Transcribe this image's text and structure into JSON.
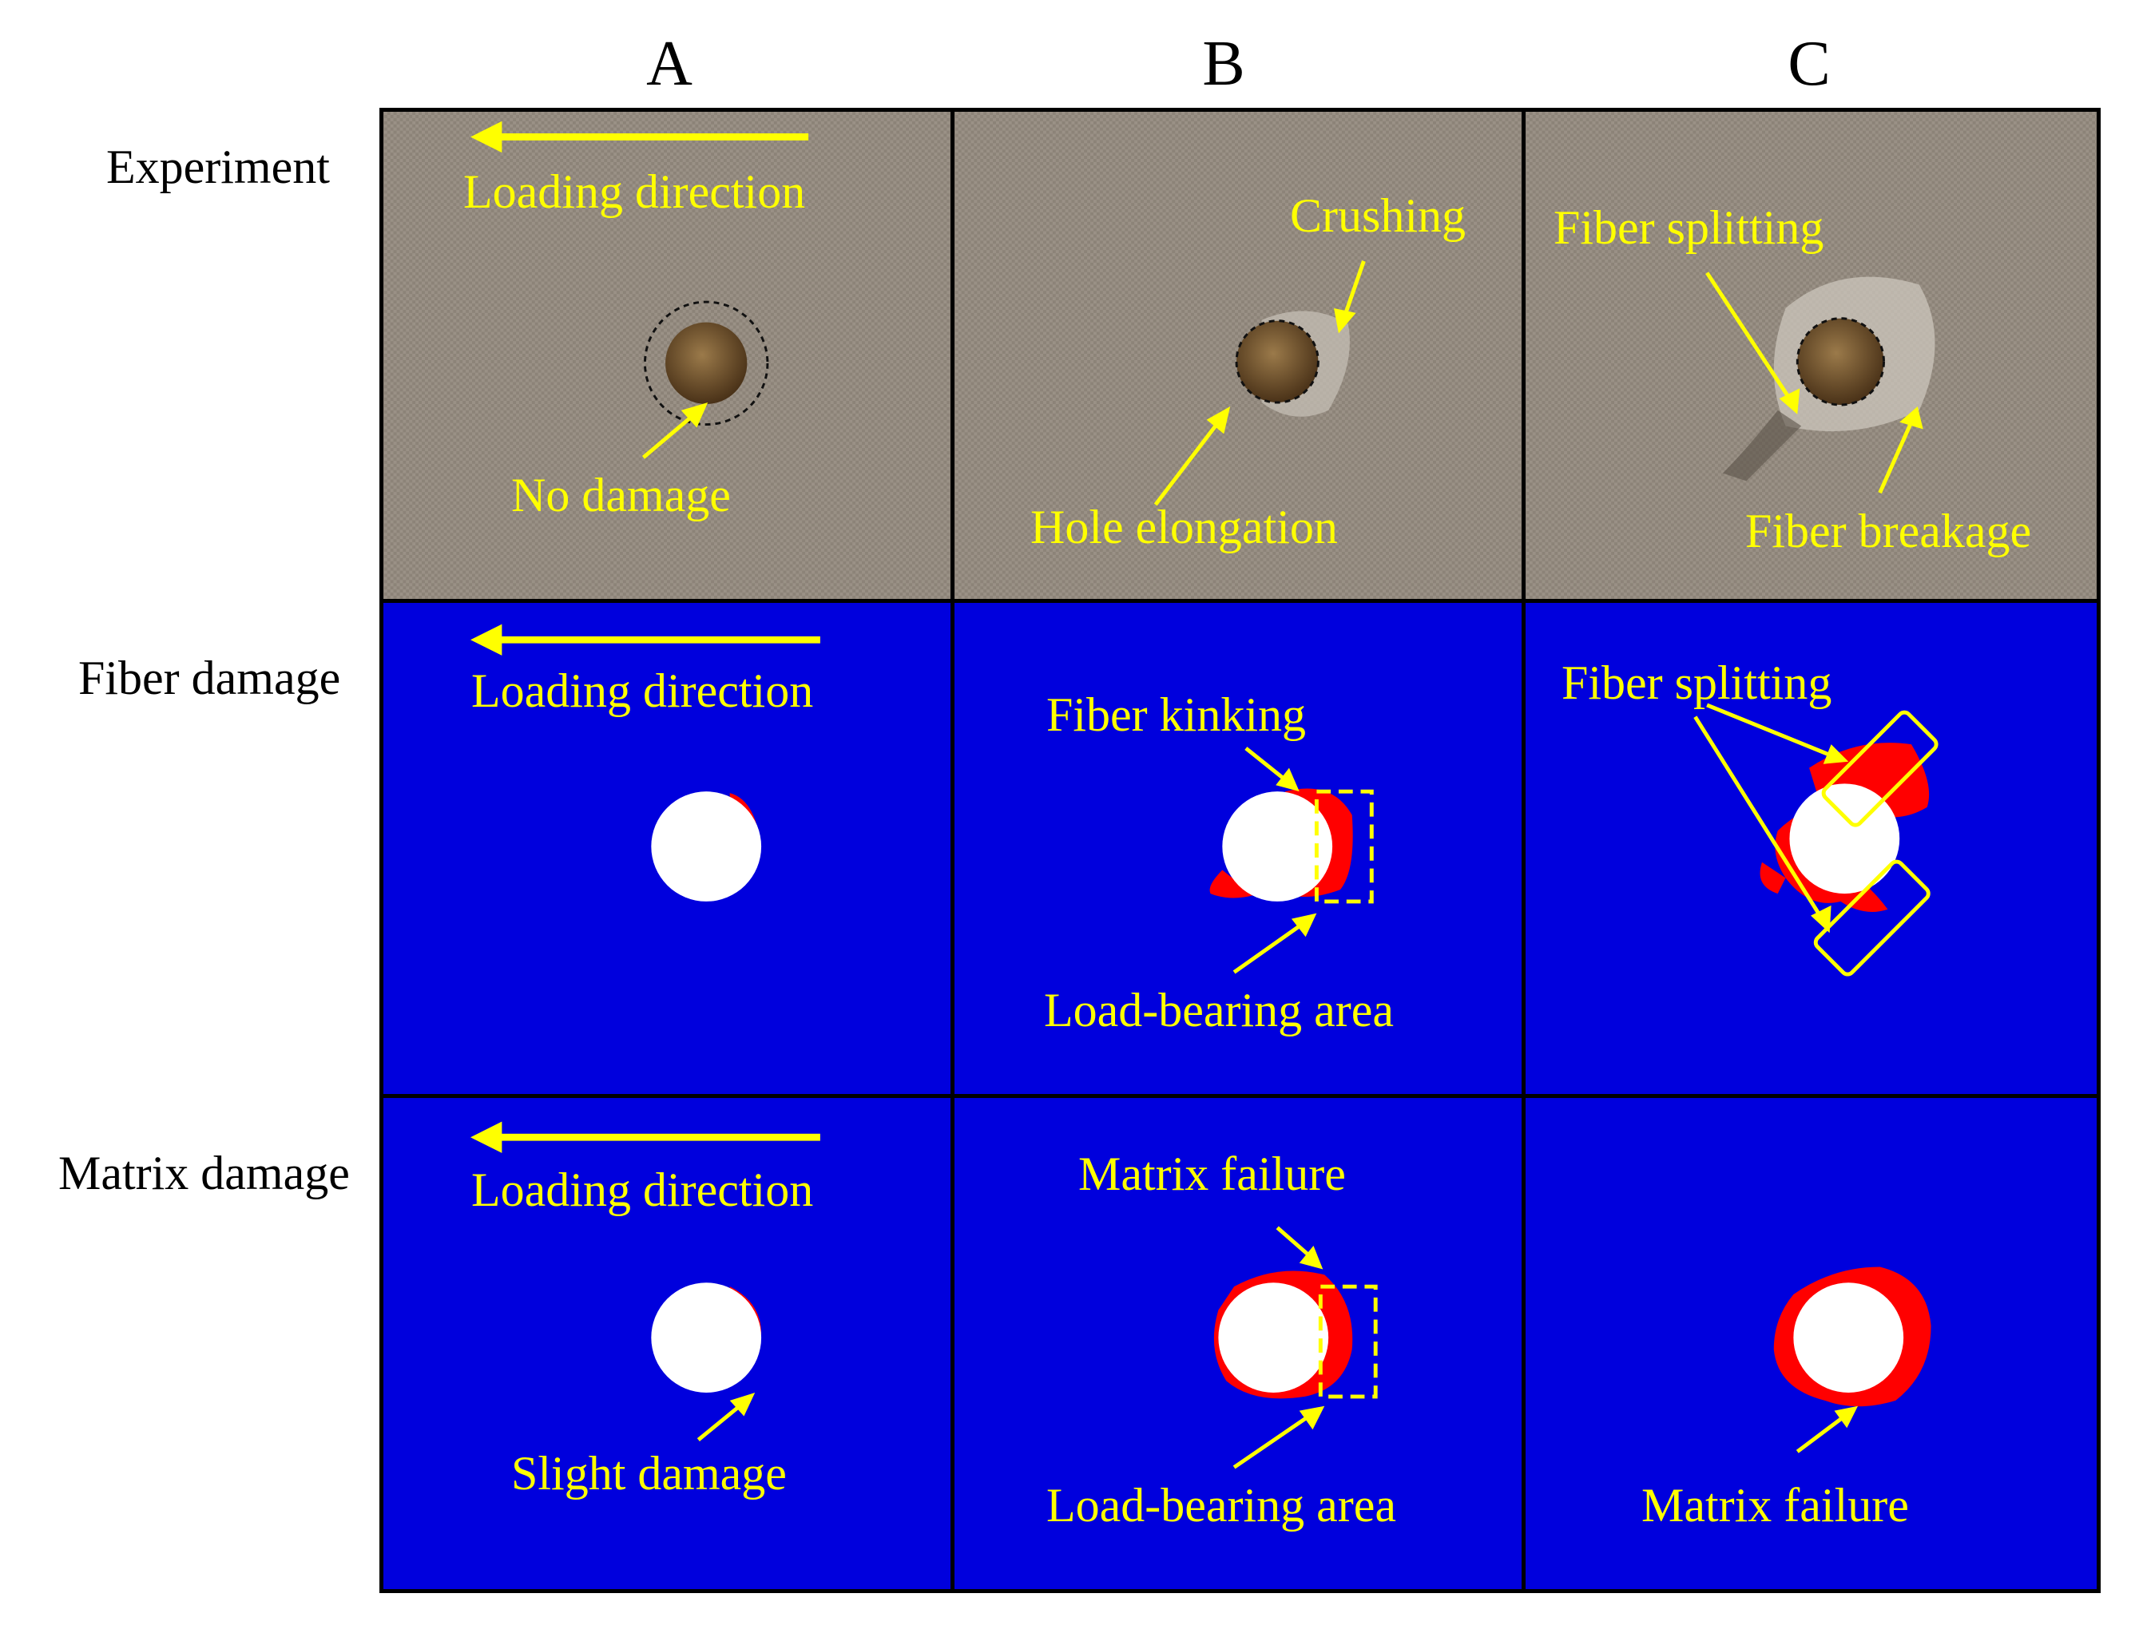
{
  "columns": [
    "A",
    "B",
    "C"
  ],
  "rows": [
    "Experiment",
    "Fiber damage",
    "Matrix damage"
  ],
  "panels": {
    "exp_a": {
      "loading": "Loading direction",
      "note": "No damage"
    },
    "exp_b": {
      "crushing": "Crushing",
      "elongation": "Hole elongation"
    },
    "exp_c": {
      "splitting": "Fiber splitting",
      "breakage": "Fiber breakage"
    },
    "fib_a": {
      "loading": "Loading direction"
    },
    "fib_b": {
      "kinking": "Fiber kinking",
      "area": "Load-bearing area"
    },
    "fib_c": {
      "splitting": "Fiber splitting"
    },
    "mat_a": {
      "loading": "Loading direction",
      "note": "Slight damage"
    },
    "mat_b": {
      "failure": "Matrix failure",
      "area": "Load-bearing area"
    },
    "mat_c": {
      "failure": "Matrix failure"
    }
  },
  "colors": {
    "annotation": "#ffff00",
    "background_sim": "#0000dd",
    "damage": "#ff0000",
    "hole": "#ffffff",
    "border": "#000000"
  },
  "icons": [
    "arrow-left-icon",
    "pointer-arrow-icon"
  ]
}
